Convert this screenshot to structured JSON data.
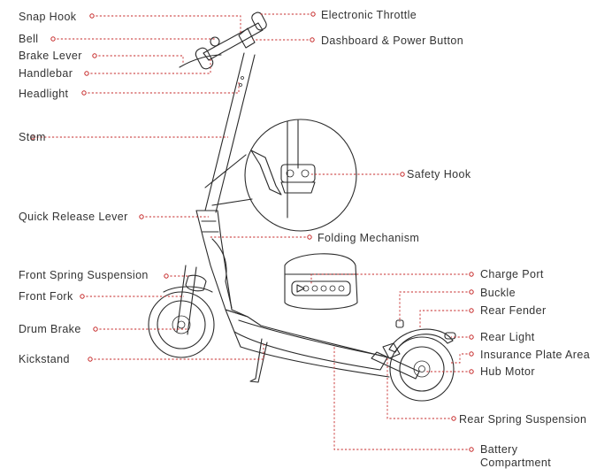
{
  "labels": {
    "snap_hook": "Snap Hook",
    "bell": "Bell",
    "brake_lever": "Brake Lever",
    "handlebar": "Handlebar",
    "headlight": "Headlight",
    "stem": "Stem",
    "quick_release_lever": "Quick Release Lever",
    "front_spring_suspension": "Front Spring Suspension",
    "front_fork": "Front Fork",
    "drum_brake": "Drum Brake",
    "kickstand": "Kickstand",
    "electronic_throttle": "Electronic Throttle",
    "dashboard_power_button": "Dashboard & Power Button",
    "safety_hook": "Safety Hook",
    "folding_mechanism": "Folding Mechanism",
    "charge_port": "Charge Port",
    "buckle": "Buckle",
    "rear_fender": "Rear Fender",
    "rear_light": "Rear Light",
    "insurance_plate_area": "Insurance Plate Area",
    "hub_motor": "Hub Motor",
    "rear_spring_suspension": "Rear Spring Suspension",
    "battery_line1": "Battery",
    "battery_line2": "Compartment"
  },
  "colors": {
    "leader": "#c62828",
    "line_art": "#2a2a2a",
    "text": "#333333"
  }
}
